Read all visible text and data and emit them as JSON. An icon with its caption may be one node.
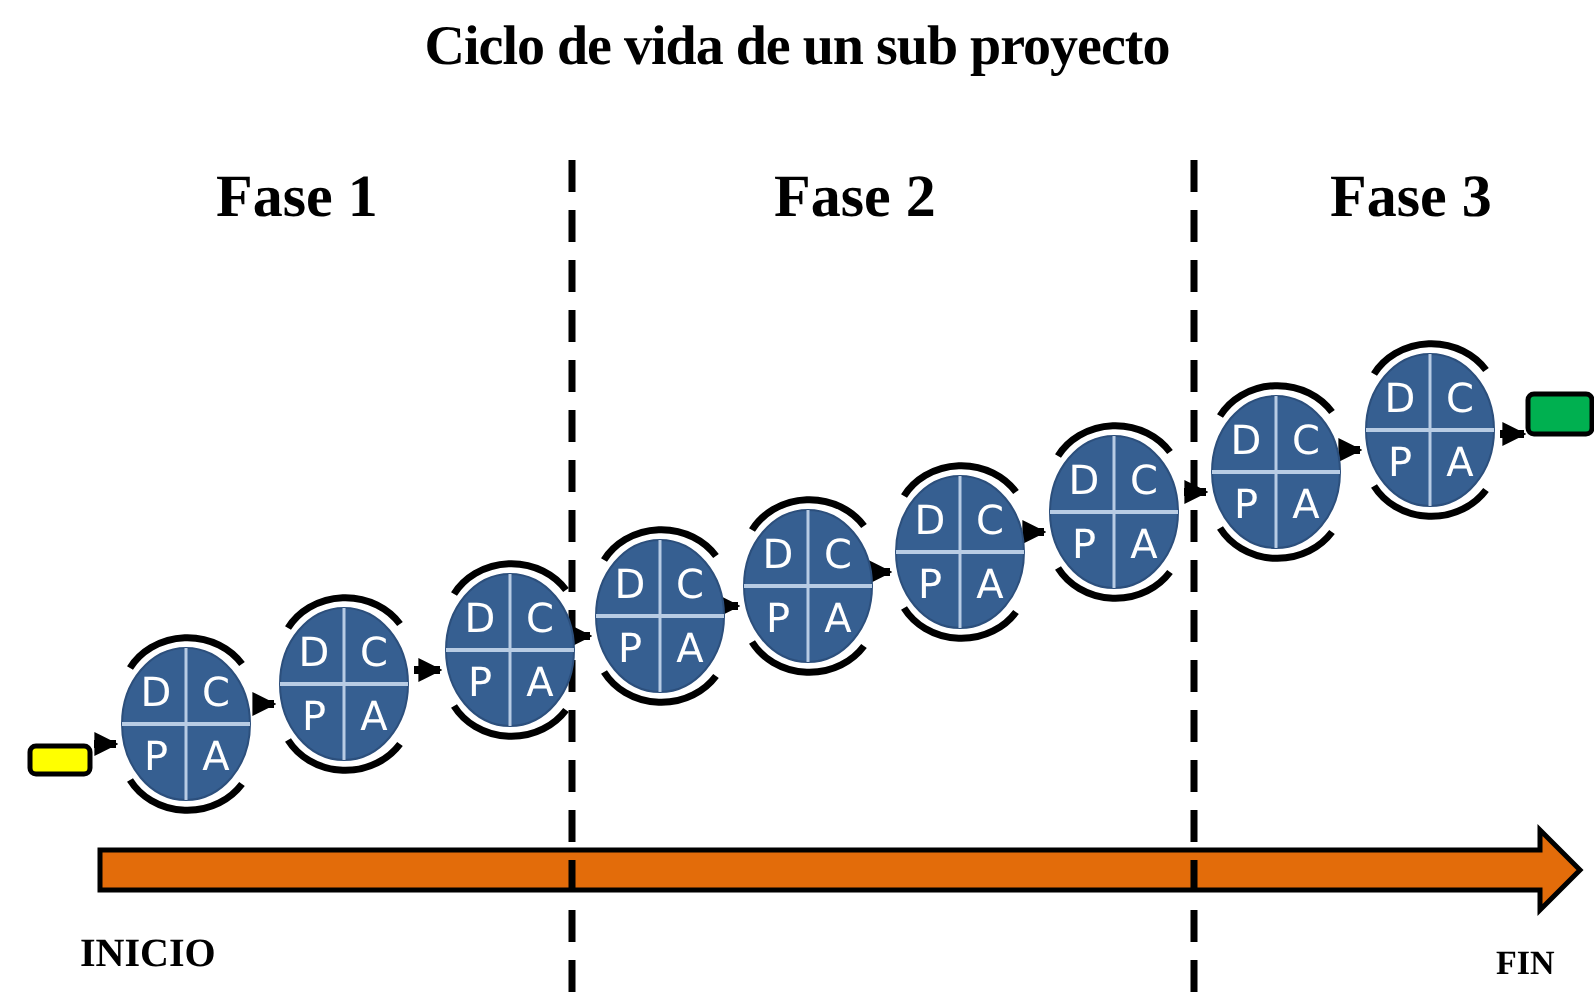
{
  "diagram": {
    "title": "Ciclo de vida de un sub proyecto",
    "nodes": [
      {
        "text": [],
        "shape": "box"
      },
      {
        "text": [
          "D",
          "C",
          "P",
          "A"
        ]
      },
      {
        "text": [
          "D",
          "C",
          "P",
          "A"
        ]
      },
      {
        "text": [
          "D",
          "C",
          "P",
          "A"
        ]
      },
      {
        "text": [
          "D",
          "C",
          "P",
          "A"
        ]
      },
      {
        "text": [
          "D",
          "C",
          "P",
          "A"
        ]
      },
      {
        "text": [
          "D",
          "C",
          "P",
          "A"
        ]
      },
      {
        "text": [
          "D",
          "C",
          "P",
          "A"
        ]
      },
      {
        "text": [
          "D",
          "C",
          "P",
          "A"
        ]
      },
      {
        "text": [
          "D",
          "C",
          "P",
          "A"
        ]
      },
      {
        "text": [],
        "shape": "box"
      }
    ],
    "edges": [
      {
        "from": 0,
        "to": 1,
        "arrow": "to"
      },
      {
        "from": 1,
        "to": 2,
        "arrow": "to"
      },
      {
        "from": 2,
        "to": 3,
        "arrow": "to"
      },
      {
        "from": 3,
        "to": 4,
        "arrow": "to"
      },
      {
        "from": 4,
        "to": 5,
        "arrow": "to"
      },
      {
        "from": 5,
        "to": 6,
        "arrow": "to"
      },
      {
        "from": 6,
        "to": 7,
        "arrow": "to"
      },
      {
        "from": 7,
        "to": 8,
        "arrow": "to"
      },
      {
        "from": 8,
        "to": 9,
        "arrow": "to"
      },
      {
        "from": 9,
        "to": 10,
        "arrow": "to"
      }
    ],
    "labels": [
      "Fase 1",
      "Fase 2",
      "Fase 3",
      "INICIO",
      "FIN"
    ]
  }
}
